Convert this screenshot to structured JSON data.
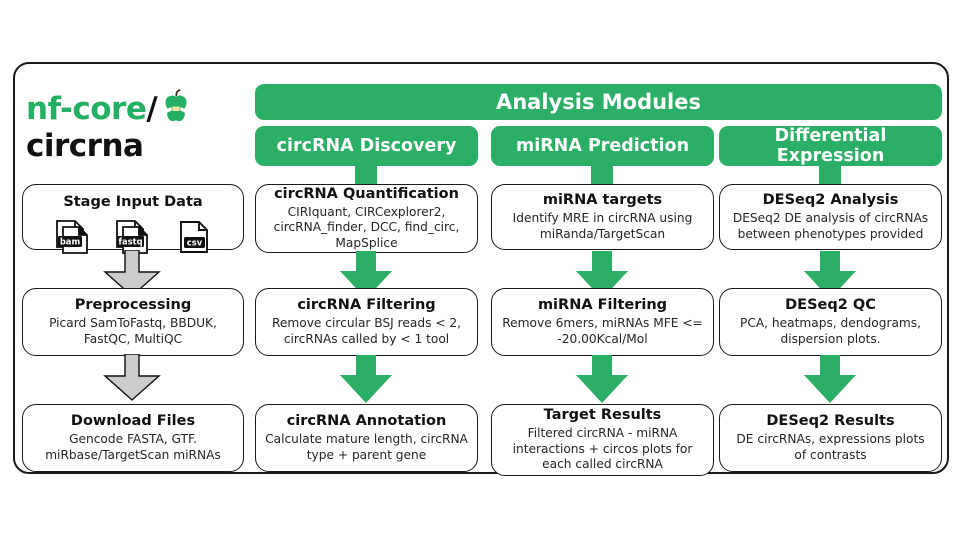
{
  "logo": {
    "prefix": "nf-core",
    "slash": "/",
    "pipeline": "circrna",
    "icon": "nf-core-apple-icon",
    "accent_color": "#24B064"
  },
  "theme": {
    "green": "#2BAE66",
    "logo_green": "#24B064",
    "arrow_grey": "#CCCCCC",
    "outline": "#1a1a1a",
    "text": "#111111"
  },
  "header": {
    "title": "Analysis Modules"
  },
  "columns": [
    {
      "id": "input",
      "header": null,
      "arrow_style": "grey-block",
      "nodes": [
        {
          "name": "stage-input-data",
          "title": "Stage Input Data",
          "body": "",
          "icons": [
            "bam-file-icon",
            "fastq-file-icon",
            "csv-file-icon"
          ],
          "icon_labels": [
            "bam",
            "fastq",
            "csv"
          ]
        },
        {
          "name": "preprocessing",
          "title": "Preprocessing",
          "body": "Picard SamToFastq, BBDUK,\nFastQC, MultiQC"
        },
        {
          "name": "download-files",
          "title": "Download Files",
          "body": "Gencode FASTA, GTF.\nmiRbase/TargetScan miRNAs"
        }
      ]
    },
    {
      "id": "circrna-discovery",
      "header": "circRNA Discovery",
      "arrow_style": "green-triangle",
      "nodes": [
        {
          "name": "circrna-quantification",
          "title": "circRNA Quantification",
          "body": "CIRIquant, CIRCexplorer2,\ncircRNA_finder, DCC, find_circ,\nMapSplice"
        },
        {
          "name": "circrna-filtering",
          "title": "circRNA Filtering",
          "body": "Remove circular BSJ reads < 2,\ncircRNAs called by < 1 tool"
        },
        {
          "name": "circrna-annotation",
          "title": "circRNA Annotation",
          "body": "Calculate mature length, circRNA\ntype + parent gene"
        }
      ]
    },
    {
      "id": "mirna-prediction",
      "header": "miRNA Prediction",
      "arrow_style": "green-triangle",
      "nodes": [
        {
          "name": "mirna-targets",
          "title": "miRNA targets",
          "body": "Identify MRE in circRNA using\nmiRanda/TargetScan"
        },
        {
          "name": "mirna-filtering",
          "title": "miRNA Filtering",
          "body": "Remove 6mers, miRNAs MFE <=\n-20.00Kcal/Mol"
        },
        {
          "name": "target-results",
          "title": "Target Results",
          "body": "Filtered circRNA - miRNA\ninteractions + circos plots for\neach called circRNA"
        }
      ]
    },
    {
      "id": "differential-expression",
      "header": "Differential Expression",
      "arrow_style": "green-triangle",
      "nodes": [
        {
          "name": "deseq2-analysis",
          "title": "DESeq2 Analysis",
          "body": "DESeq2 DE analysis of circRNAs\nbetween phenotypes provided"
        },
        {
          "name": "deseq2-qc",
          "title": "DESeq2 QC",
          "body": "PCA, heatmaps, dendograms,\ndispersion plots."
        },
        {
          "name": "deseq2-results",
          "title": "DESeq2 Results",
          "body": "DE circRNAs, expressions plots\nof contrasts"
        }
      ]
    }
  ]
}
